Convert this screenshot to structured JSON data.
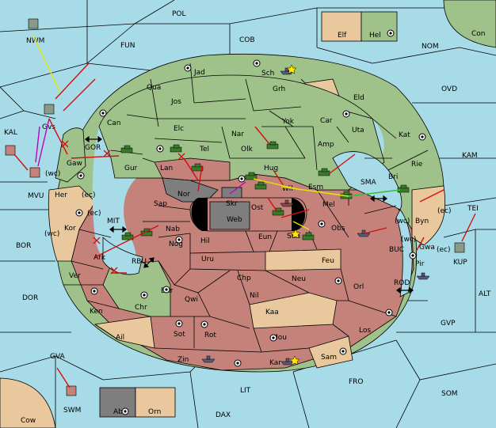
{
  "colors": {
    "sea": "#a8dbe8",
    "neutral": "#e8c89c",
    "green_power": "#9ec28a",
    "red_power": "#c4827a",
    "grey": "#7e7e7e",
    "order_move": "#d01010",
    "order_support": "#e8e800",
    "order_convoy": "#c000c0",
    "order_green": "#30c030"
  },
  "icons": {
    "supply_center": "supply-center-icon",
    "army": "army-unit-icon",
    "fleet": "fleet-unit-icon",
    "star": "capital-star-icon",
    "canal": "double-arrow-icon"
  },
  "sea_labels": {
    "pol": "POL",
    "cob": "COB",
    "fun": "FUN",
    "nom": "NOM",
    "ovd": "OVD",
    "kam": "KAM",
    "kal": "KAL",
    "tei": "TEI",
    "bor": "BOR",
    "dor": "DOR",
    "alt": "ALT",
    "gvp": "GVP",
    "lit": "LIT",
    "fro": "FRO",
    "som": "SOM",
    "dax": "DAX",
    "gva": "GVA",
    "sma": "SMA",
    "gor": "GOR",
    "mit": "MIT",
    "rbu": "RBU",
    "buc": "BUC",
    "rod": "ROD",
    "con": "Con",
    "cow": "Cow",
    "nwm": "NWM",
    "mvu": "MVU",
    "swm": "SWM",
    "kup": "KUP"
  },
  "land_labels": {
    "jad": "Jad",
    "sch": "Sch",
    "qua": "Qua",
    "jos": "Jos",
    "grh": "Grh",
    "eld": "Eld",
    "can": "Can",
    "car": "Car",
    "yok": "Yok",
    "nar": "Nar",
    "elc": "Elc",
    "uta": "Uta",
    "kat": "Kat",
    "gvs": "Gvs",
    "gaw": "Gaw",
    "tel": "Tel",
    "olk": "Olk",
    "amp": "Amp",
    "rie": "Rie",
    "gur": "Gur",
    "lan": "Lan",
    "hug": "Hug",
    "esm": "Esm",
    "bri": "Bri",
    "her": "Her",
    "nor": "Nor",
    "skr": "Skr",
    "wil": "Wil",
    "sap": "Sap",
    "web": "Web",
    "ost": "Ost",
    "mel": "Mel",
    "byn": "Byn",
    "kor": "Kor",
    "nab": "Nab",
    "eun": "Eun",
    "obs": "Obs",
    "gwa": "Gwa",
    "sun": "Sun",
    "hil": "Hil",
    "nog": "Nog",
    "ark": "Ark",
    "uru": "Uru",
    "feu": "Feu",
    "pir": "Pir",
    "ver": "Ver",
    "chp": "Chp",
    "neu": "Neu",
    "orl": "Orl",
    "bar": "Bar",
    "qwi": "Qwi",
    "nil": "Nil",
    "ken": "Ken",
    "chr": "Chr",
    "kaa": "Kaa",
    "los": "Los",
    "ail": "Ail",
    "sot": "Sot",
    "rot": "Rot",
    "mou": "Mou",
    "zin": "Zin",
    "kar": "Kar",
    "sam": "Sam",
    "elf": "Elf",
    "hel": "Hel",
    "aba": "Aba",
    "orn": "Orn"
  },
  "coast_tags": {
    "wc": "(wc)",
    "ec": "(ec)"
  }
}
